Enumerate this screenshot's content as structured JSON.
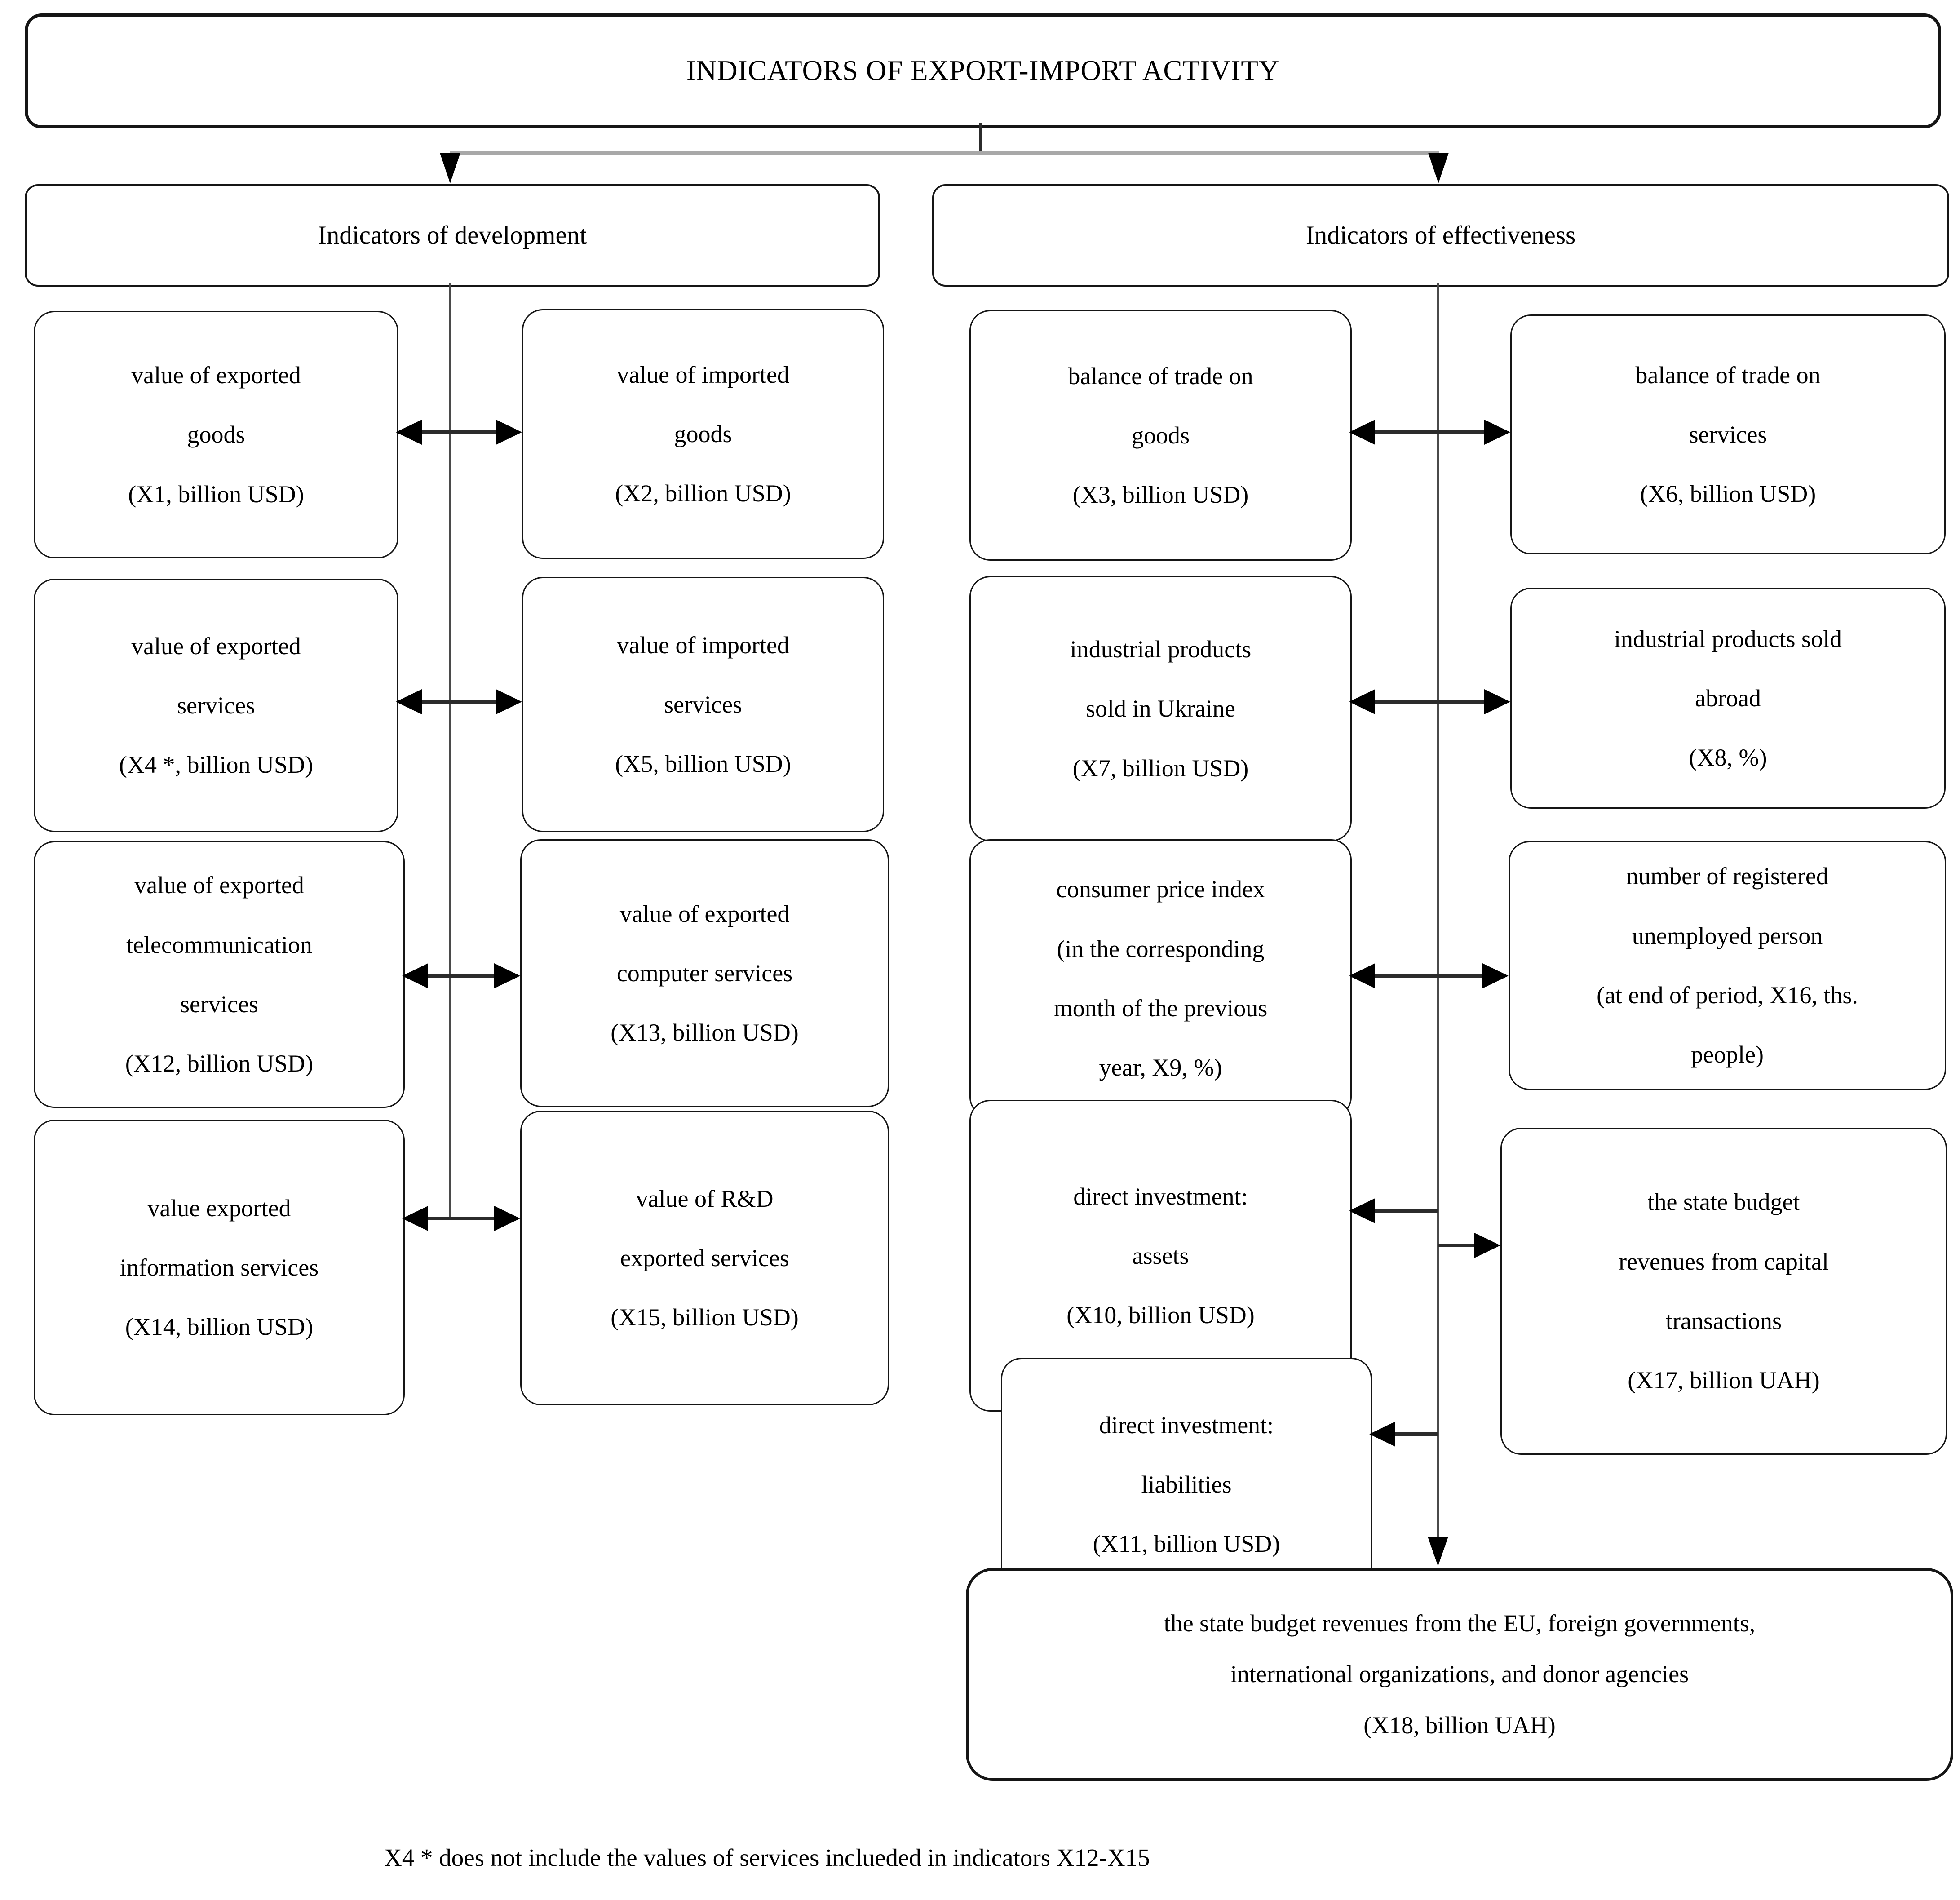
{
  "title": "INDICATORS OF EXPORT-IMPORT ACTIVITY",
  "branches": {
    "development": "Indicators of development",
    "effectiveness": "Indicators of effectiveness"
  },
  "nodes": {
    "x1": "value of exported\ngoods\n(X1, billion USD)",
    "x2": "value of imported\ngoods\n(X2, billion USD)",
    "x3": "balance of trade on\ngoods\n(X3, billion USD)",
    "x6": "balance of trade on\nservices\n(X6, billion USD)",
    "x4": "value of exported\nservices\n(X4 *, billion USD)",
    "x5": "value of imported\nservices\n(X5, billion USD)",
    "x7": "industrial products\nsold in Ukraine\n(X7, billion USD)",
    "x8": "industrial products sold\nabroad\n(X8, %)",
    "x12": "value of exported\ntelecommunication\nservices\n(X12, billion USD)",
    "x13": "value of exported\ncomputer services\n(X13, billion USD)",
    "x9": "consumer price index\n(in the corresponding\nmonth of the previous\nyear, X9, %)",
    "x16": "number of registered\nunemployed person\n(at end of period, X16, ths.\npeople)",
    "x14": "value exported\ninformation services\n(X14, billion USD)",
    "x15": "value of R&D\nexported services\n(X15, billion USD)",
    "x10": "direct investment:\nassets\n(X10, billion USD)",
    "x17": "the state budget\nrevenues from capital\ntransactions\n(X17, billion UAH)",
    "x11": "direct investment:\nliabilities\n(X11, billion USD)",
    "x18": "the state budget revenues from the EU, foreign governments,\ninternational organizations, and donor agencies\n(X18, billion UAH)"
  },
  "footnote": "X4 * does not include the values of services inclueded in indicators X12-X15",
  "colors": {
    "line": "#4a4a4a",
    "connector": "#a8a8a8",
    "ink": "#000000"
  }
}
